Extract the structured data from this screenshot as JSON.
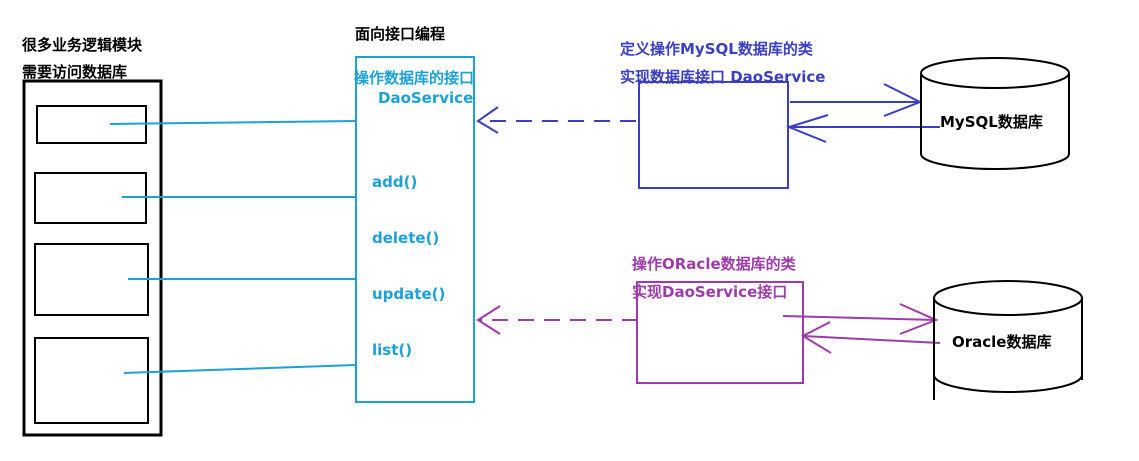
{
  "left_module": {
    "title_line1": "很多业务逻辑模块",
    "title_line2": "需要访问数据库"
  },
  "interface": {
    "heading": "面向接口编程",
    "title_line1": "操作数据库的接口",
    "title_line2": "DaoService",
    "methods": [
      "add()",
      "delete()",
      "update()",
      "list()"
    ]
  },
  "mysql_impl": {
    "line1": "定义操作MySQL数据库的类",
    "line2": "实现数据库接口 DaoService"
  },
  "oracle_impl": {
    "line1": "操作ORacle数据库的类",
    "line2": "实现DaoService接口"
  },
  "databases": {
    "mysql": "MySQL数据库",
    "oracle": "Oracle数据库"
  },
  "colors": {
    "black": "#000000",
    "cyan": "#1ba1d8",
    "blue": "#3a3ec2",
    "purple": "#9c3ca8"
  }
}
